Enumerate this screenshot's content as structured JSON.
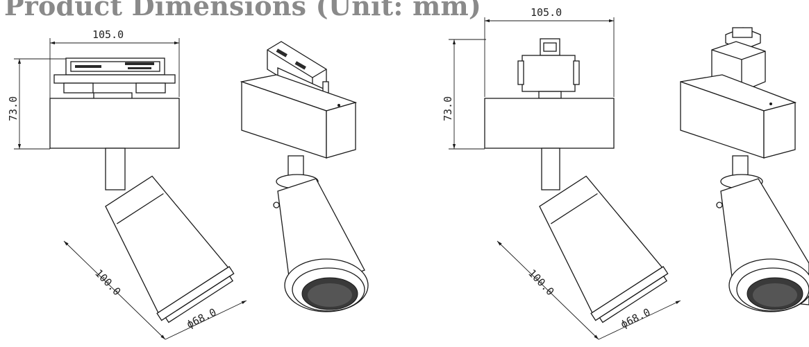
{
  "title": "Product Dimensions (Unit: mm)",
  "views": [
    {
      "dimensions": {
        "width": "105.0",
        "height": "73.0",
        "length": "100.0",
        "diameter": "ϕ68.0"
      }
    },
    {
      "dimensions": {
        "width": "105.0",
        "height": "73.0",
        "length": "100.0",
        "diameter": "ϕ68.0"
      }
    }
  ]
}
